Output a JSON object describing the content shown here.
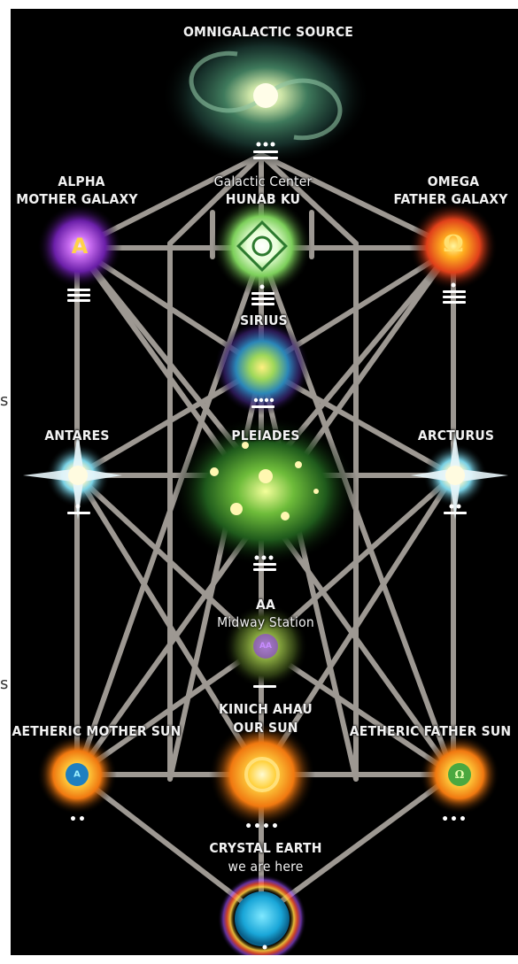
{
  "labels": {
    "omnigalactic": "OMNIGALACTIC SOURCE",
    "alpha_1": "ALPHA",
    "alpha_2": "MOTHER GALAXY",
    "galactic_center_1": "Galactic Center",
    "galactic_center_2": "HUNAB KU",
    "omega_1": "OMEGA",
    "omega_2": "FATHER GALAXY",
    "sirius": "SIRIUS",
    "antares": "ANTARES",
    "pleiades": "PLEIADES",
    "arcturus": "ARCTURUS",
    "aa_1": "AA",
    "aa_2": "Midway Station",
    "kinich_1": "KINICH AHAU",
    "kinich_2": "OUR SUN",
    "aetheric_mother": "AETHERIC MOTHER SUN",
    "aetheric_father": "AETHERIC FATHER SUN",
    "earth_1": "CRYSTAL EARTH",
    "earth_2": "we are here"
  },
  "glyphs": {
    "alpha": "A",
    "omega": "Ω",
    "aa": "AA",
    "mother_sun": "A",
    "father_sun": "Ω"
  },
  "edge_text": {
    "upper": "s",
    "lower": "s"
  },
  "colors": {
    "background": "#000000",
    "lines": "#b9b3ac"
  }
}
